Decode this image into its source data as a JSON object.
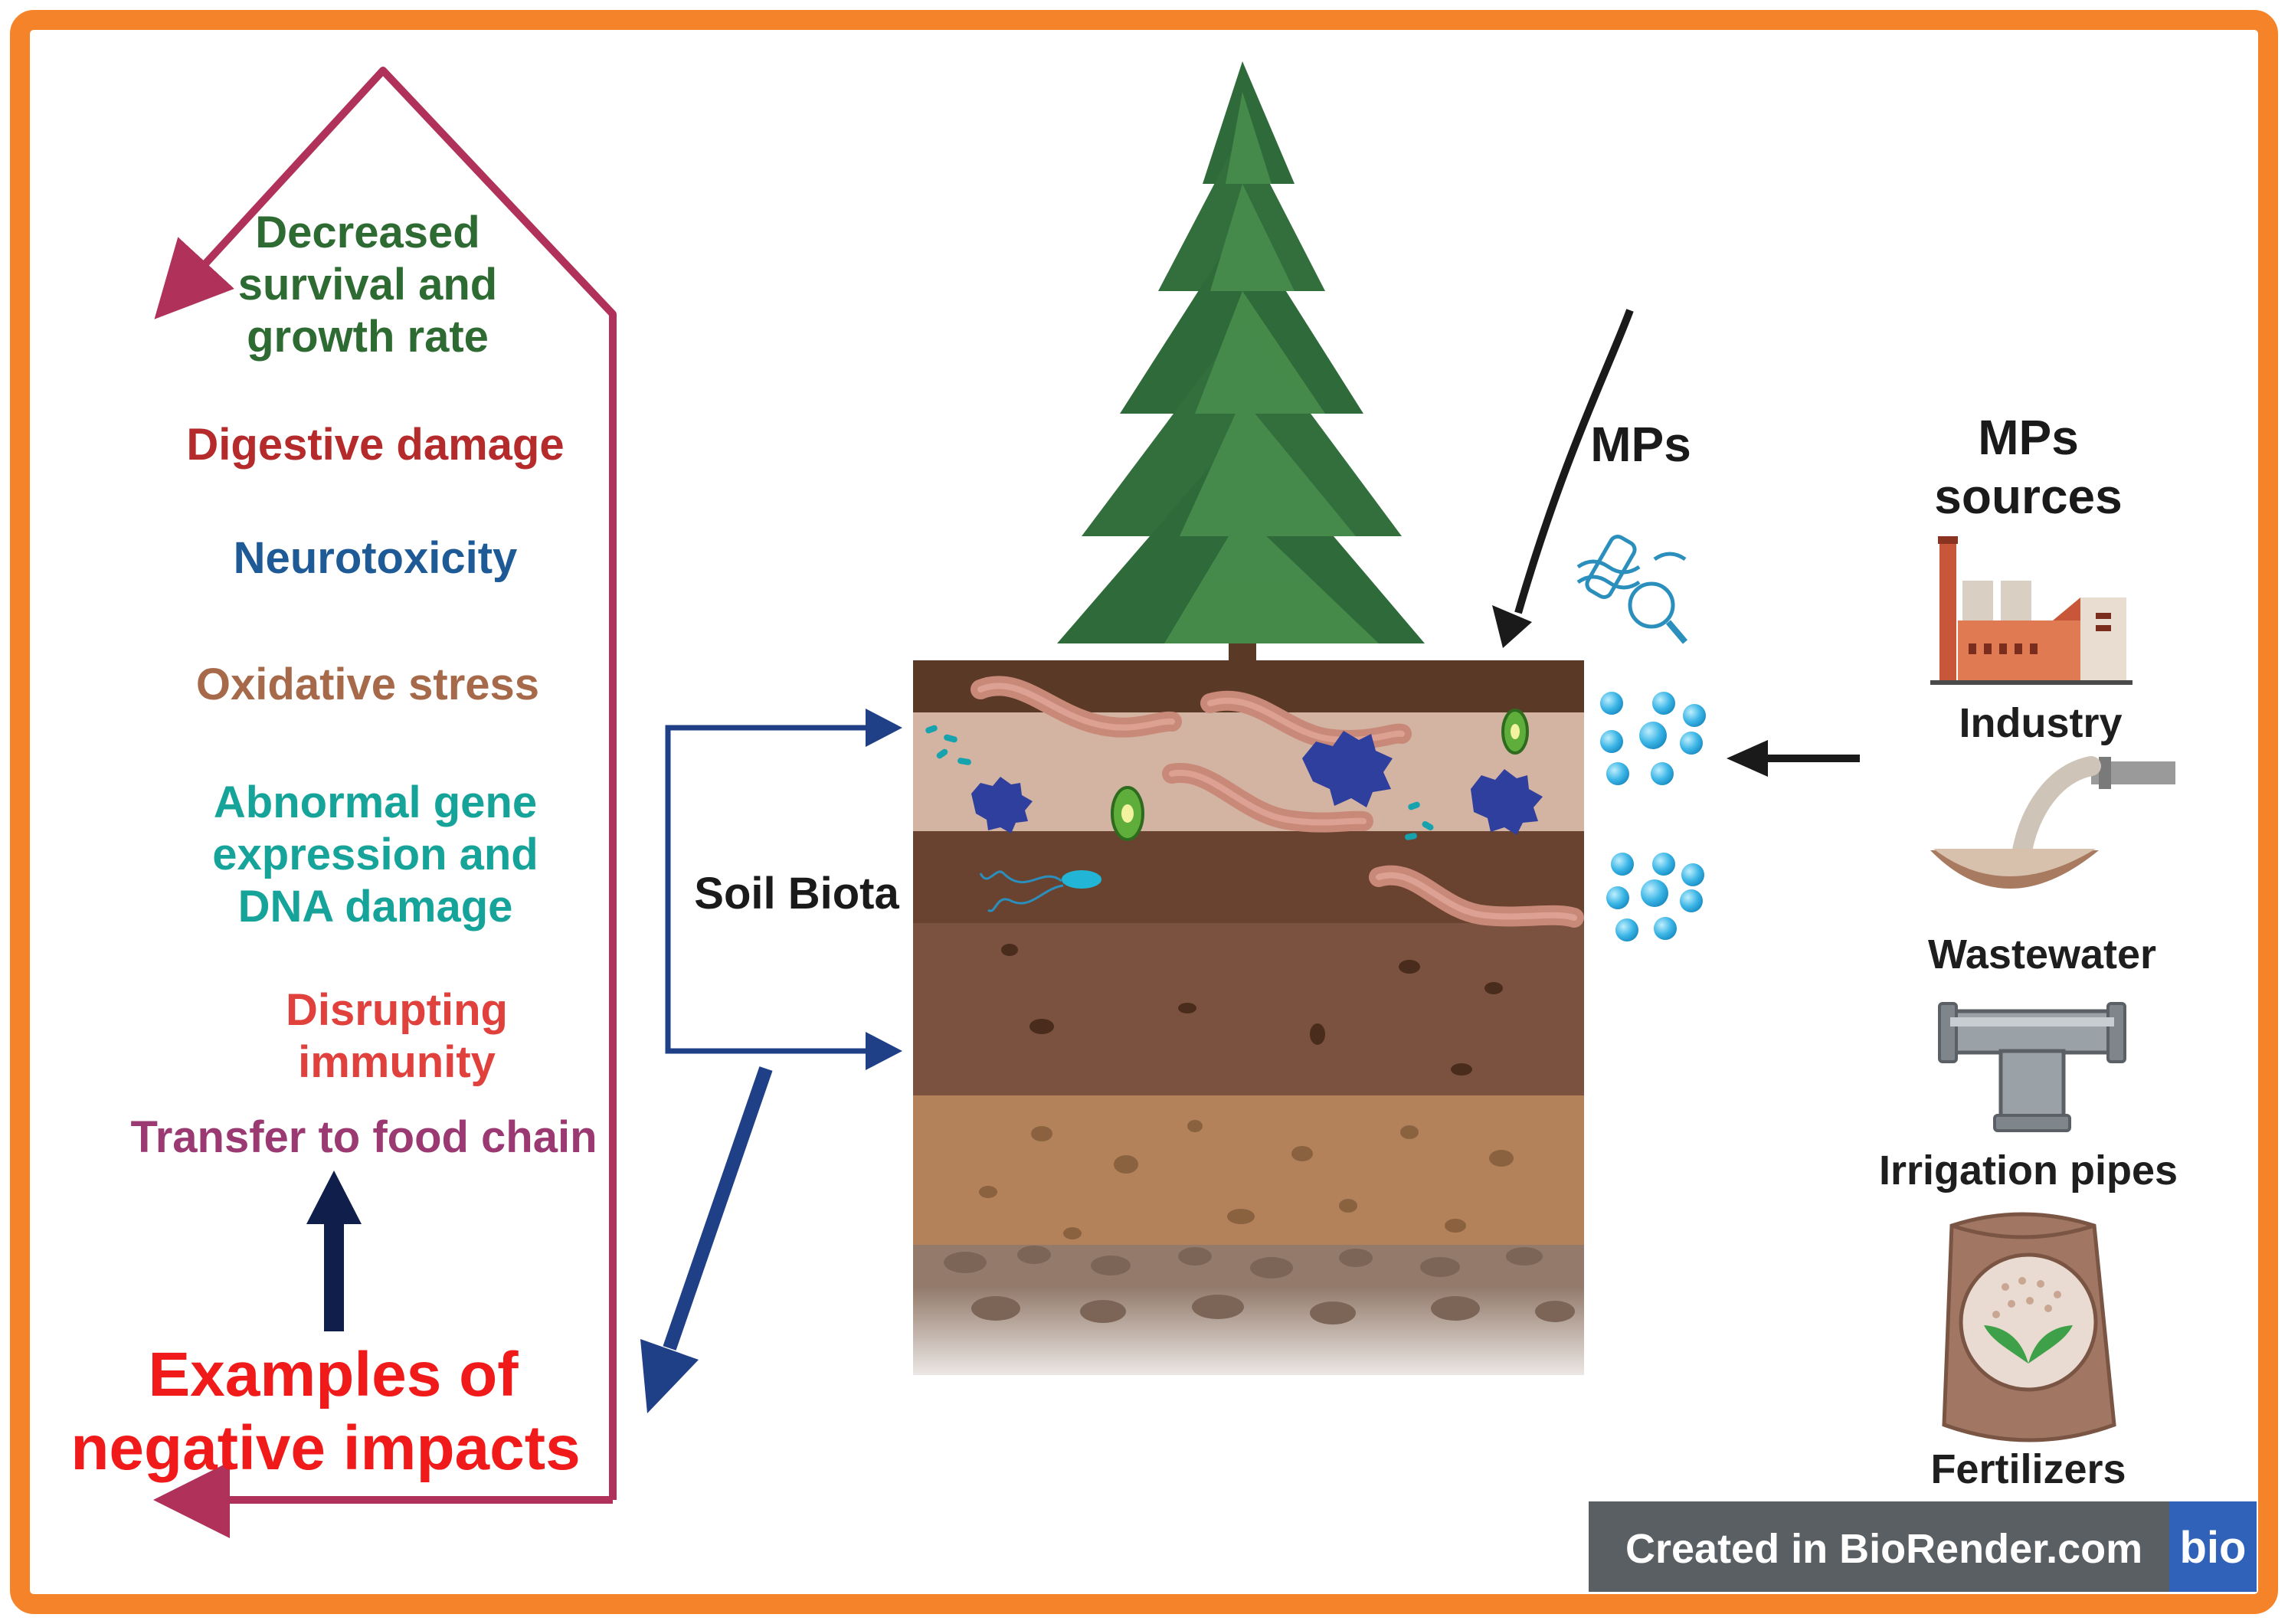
{
  "colors": {
    "frame": "#f5832a",
    "impact_arrow": "#b0325a",
    "dark_navy": "#0f1e4a",
    "navy_arrow": "#1f3f86",
    "title_red": "#f01a1a"
  },
  "impacts": {
    "decreased": [
      "Decreased",
      "survival and",
      "growth rate"
    ],
    "digestive": "Digestive damage",
    "neuro": "Neurotoxicity",
    "oxidative": "Oxidative stress",
    "gene": [
      "Abnormal gene",
      "expression and",
      "DNA damage"
    ],
    "immunity": [
      "Disrupting",
      "immunity"
    ],
    "food_chain": "Transfer to food chain",
    "title": [
      "Examples of",
      "negative impacts"
    ]
  },
  "impact_colors": {
    "decreased": "#2d6b32",
    "digestive": "#b52a2a",
    "neuro": "#1d5a96",
    "oxidative": "#a6694a",
    "gene": "#16a39a",
    "immunity": "#e0413d",
    "food_chain": "#9b3a72"
  },
  "center": {
    "soil_biota": "Soil Biota",
    "mps": "MPs"
  },
  "sources": {
    "title": [
      "MPs",
      "sources"
    ],
    "items": [
      "Industry",
      "Wastewater",
      "Irrigation pipes",
      "Fertilizers"
    ]
  },
  "icons": [
    "tree-icon",
    "earthworm-icon",
    "microbe-icon",
    "plastic-bottle-icon",
    "factory-icon",
    "wastewater-icon",
    "pipe-icon",
    "fertilizer-bag-icon"
  ],
  "badge": {
    "prefix": "Created in ",
    "brand": "BioRender.com",
    "logo": "bio"
  }
}
